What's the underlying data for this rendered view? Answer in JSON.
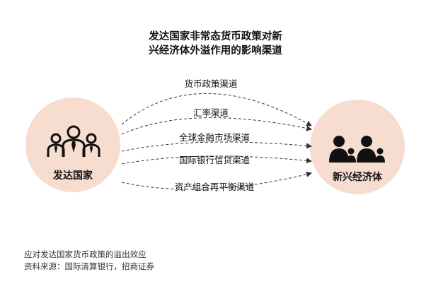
{
  "title": {
    "line1": "发达国家非常态货币政策对新",
    "line2": "兴经济体外溢作用的影响渠道"
  },
  "source_node": {
    "label": "发达国家",
    "icon": "group-of-people-icon"
  },
  "target_node": {
    "label": "新兴经济体",
    "icon": "family-icon"
  },
  "channels": [
    {
      "label": "货币政策渠道"
    },
    {
      "label": "汇率渠道"
    },
    {
      "label": "全球金融市场渠道"
    },
    {
      "label": "国际银行信贷渠道"
    },
    {
      "label": "资产组合再平衡渠道"
    }
  ],
  "footnote": {
    "line1": "应对发达国家货币政策的溢出效应",
    "line2": "资料来源：国际清算银行，招商证券"
  },
  "colors": {
    "circle_fill": "#f6ddd0",
    "line": "#333333",
    "icon": "#111111"
  }
}
